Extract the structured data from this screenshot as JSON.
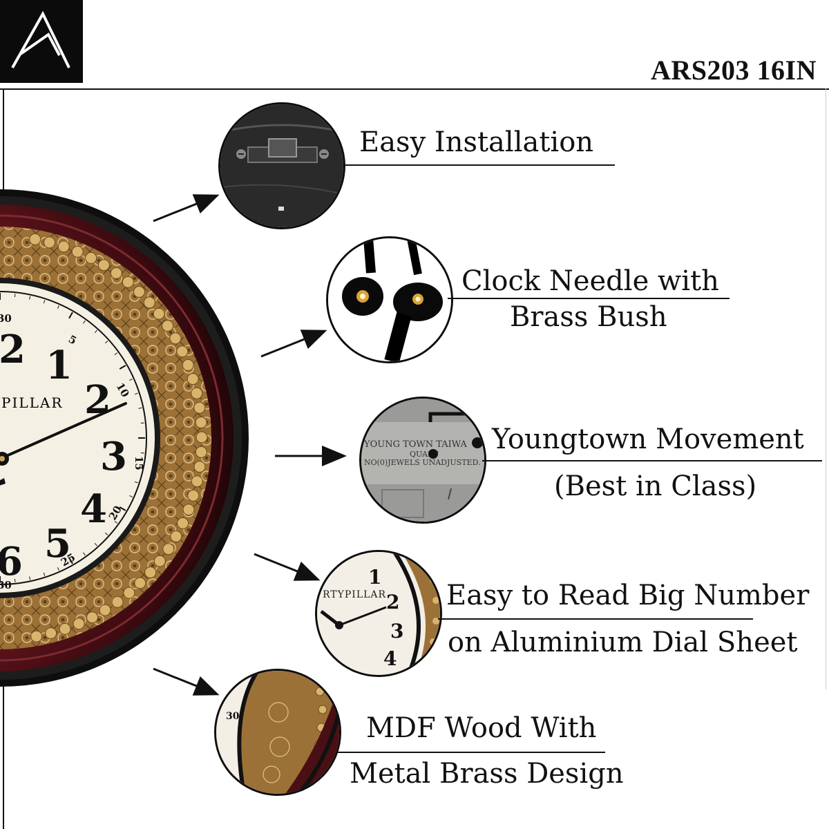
{
  "brand": {
    "logo_icon": "a-monogram-logo-icon",
    "logo_bg": "#0b0b0b"
  },
  "product": {
    "model_code": "ARS203 16IN"
  },
  "clock": {
    "brand_text": "PILLAR",
    "hour_numerals": [
      "2",
      "1",
      "2",
      "3",
      "4",
      "5",
      "6"
    ],
    "minute_marks": [
      "30",
      "5",
      "10",
      "15",
      "20",
      "25",
      "30"
    ],
    "colors": {
      "frame": "#4a0f14",
      "brass": "#b08a4a",
      "dial": "#f4efe3",
      "rim": "#111111"
    }
  },
  "features": [
    {
      "icon": "hanging-bracket-icon",
      "lines": [
        "Easy Installation"
      ]
    },
    {
      "icon": "clock-needle-bush-icon",
      "lines": [
        "Clock Needle with",
        "Brass Bush"
      ]
    },
    {
      "icon": "movement-label-icon",
      "lines": [
        "Youngtown Movement",
        "(Best in Class)"
      ],
      "label_lines": [
        "YOUNG TOWN TAIWA",
        "QUART",
        "NO(0)JEWELS UNADJUSTED."
      ]
    },
    {
      "icon": "dial-closeup-icon",
      "lines": [
        "Easy to Read Big Number",
        "on Aluminium Dial Sheet"
      ],
      "dial_brand": "RTYPILLAR",
      "dial_numerals": [
        "1",
        "2",
        "3",
        "4"
      ]
    },
    {
      "icon": "wood-frame-closeup-icon",
      "lines": [
        "MDF Wood With",
        "Metal Brass Design"
      ],
      "mark": "30"
    }
  ]
}
